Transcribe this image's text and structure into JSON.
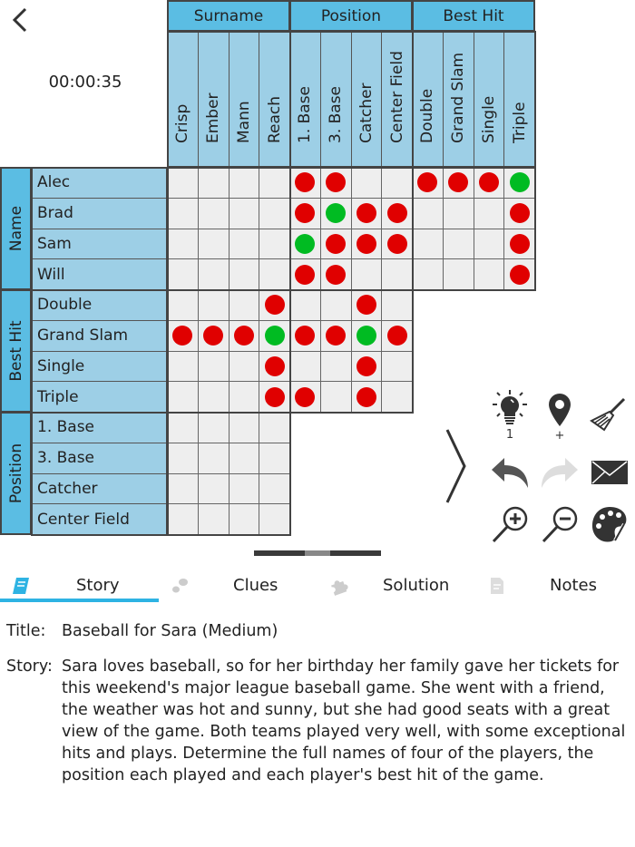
{
  "header": {
    "timer": "00:00:35"
  },
  "grid": {
    "column_groups": [
      {
        "label": "Surname",
        "items": [
          "Crisp",
          "Ember",
          "Mann",
          "Reach"
        ]
      },
      {
        "label": "Position",
        "items": [
          "1. Base",
          "3. Base",
          "Catcher",
          "Center Field"
        ]
      },
      {
        "label": "Best Hit",
        "items": [
          "Double",
          "Grand Slam",
          "Single",
          "Triple"
        ]
      }
    ],
    "row_groups": [
      {
        "label": "Name",
        "items": [
          "Alec",
          "Brad",
          "Sam",
          "Will"
        ]
      },
      {
        "label": "Best Hit",
        "items": [
          "Double",
          "Grand Slam",
          "Single",
          "Triple"
        ]
      },
      {
        "label": "Position",
        "items": [
          "1. Base",
          "3. Base",
          "Catcher",
          "Center Field"
        ]
      }
    ],
    "marks": {
      "Name": [
        [
          "",
          "",
          "",
          "",
          "x",
          "x",
          "",
          "",
          "x",
          "x",
          "x",
          "o"
        ],
        [
          "",
          "",
          "",
          "",
          "x",
          "o",
          "x",
          "x",
          "",
          "",
          "",
          "x"
        ],
        [
          "",
          "",
          "",
          "",
          "o",
          "x",
          "x",
          "x",
          "",
          "",
          "",
          "x"
        ],
        [
          "",
          "",
          "",
          "",
          "x",
          "x",
          "",
          "",
          "",
          "",
          "",
          "x"
        ]
      ],
      "Best Hit": [
        [
          "",
          "",
          "",
          "x",
          "",
          "",
          "x",
          ""
        ],
        [
          "x",
          "x",
          "x",
          "o",
          "x",
          "x",
          "o",
          "x"
        ],
        [
          "",
          "",
          "",
          "x",
          "",
          "",
          "x",
          ""
        ],
        [
          "",
          "",
          "",
          "x",
          "x",
          "",
          "x",
          ""
        ]
      ],
      "Position": [
        [
          "",
          "",
          "",
          ""
        ],
        [
          "",
          "",
          "",
          ""
        ],
        [
          "",
          "",
          "",
          ""
        ],
        [
          "",
          "",
          "",
          ""
        ]
      ]
    },
    "colors": {
      "header": "#5bbde3",
      "label": "#9dcfe6",
      "cell": "#eeeeee",
      "no": "#e00000",
      "yes": "#00bb22"
    }
  },
  "tools": {
    "hint_count": "1",
    "marker_label": "+",
    "icons": [
      "lightbulb-icon",
      "map-pin-icon",
      "broom-icon",
      "undo-icon",
      "redo-icon",
      "mail-icon",
      "zoom-in-icon",
      "zoom-out-icon",
      "palette-icon"
    ]
  },
  "tabs": [
    {
      "label": "Story",
      "icon": "book-icon",
      "active": true
    },
    {
      "label": "Clues",
      "icon": "footprint-icon",
      "active": false
    },
    {
      "label": "Solution",
      "icon": "puzzle-icon",
      "active": false
    },
    {
      "label": "Notes",
      "icon": "document-icon",
      "active": false
    }
  ],
  "story": {
    "title_label": "Title:",
    "title": "Baseball for Sara (Medium)",
    "story_label": "Story:",
    "text": "Sara loves baseball, so for her birthday her family gave her tickets for this weekend's major league baseball game. She went with a friend, the weather was hot and sunny, but she had good seats with a great view of the game. Both teams played very well, with some exceptional hits and plays. Determine the full names of four of the players, the position each played and each player's best hit of the game."
  }
}
